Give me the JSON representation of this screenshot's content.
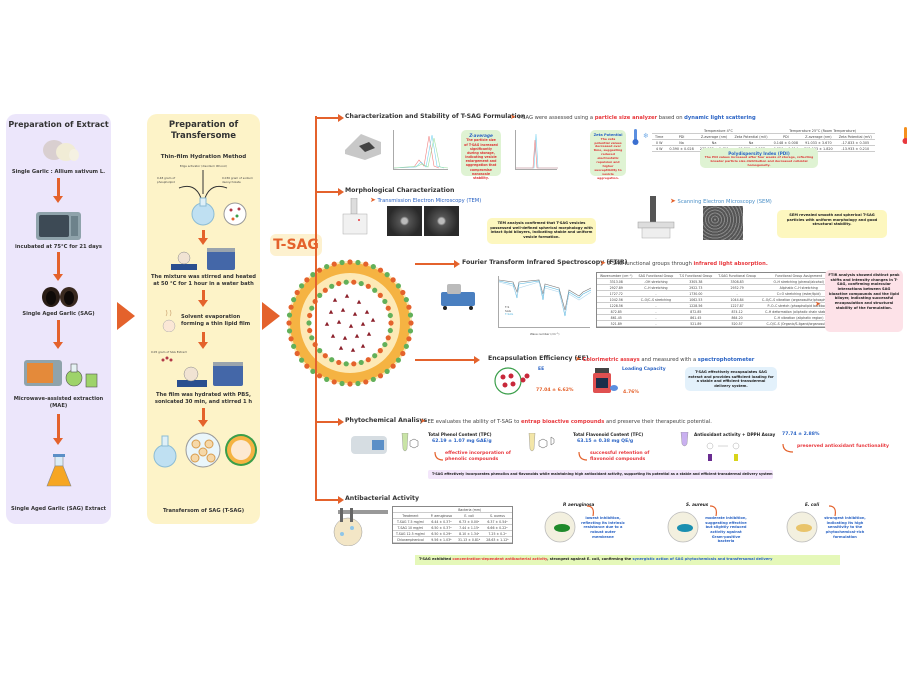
{
  "extract_panel": {
    "title": "Preparation of Extract",
    "steps": [
      {
        "icon": "garlic-icon",
        "label": "Single Garlic : Allium sativum L."
      },
      {
        "icon": "incubator-icon",
        "label": "incubated at 75°C for 21 days"
      },
      {
        "icon": "black-garlic-icon",
        "label": "Single Aged Garlic (SAG)"
      },
      {
        "icon": "microwave-extraction-icon",
        "label": "Microwave-assisted extraction (MAE)"
      },
      {
        "icon": "flask-icon",
        "label": "Single Aged Garlic (SAG) Extract"
      }
    ]
  },
  "transfersome_panel": {
    "title": "Preparation of Transfersome",
    "method": "Thin-film Hydration Method",
    "ingredient_top": "Edge activator (disodium lithocol)",
    "ingredient_left": "0.48 gram of phospholipid",
    "ingredient_right": "0.036 gram of sodium deoxycholate",
    "steps": [
      "The mixture was stirred and heated at 50 °C for 1 hour in a water bath",
      "Solvent evaporation forming a thin lipid film",
      "The film was hydrated with PBS, sonicated 30 min, and stirred 1 h",
      "Transfersom of SAG (T-SAG)"
    ],
    "sag_extract_note": "0.05 gram of SAG Extract"
  },
  "center": {
    "label": "T-SAG"
  },
  "characterization": {
    "title": "Characterization and Stability of T-SAG Formulation",
    "desc_prefix": "T-SAG were assessed using a ",
    "desc_red": "particle size analyzer",
    "desc_mid": " based on ",
    "desc_blue": "dynamic light scattering",
    "zavg_box": {
      "title": "Z-average",
      "text": "The particle size of T-SAG increased significantly during storage, indicating vesicle enlargement and aggregation that compromise nanoscale stability."
    },
    "zeta_box": {
      "title": "Zeta Potential",
      "text": "The zeta potential values decreased over time, suggesting reduced electrostatic repulsion and higher susceptibility to vesicle aggregation."
    },
    "pdi_box": {
      "title": "Polydispersity Index (PDI)",
      "text": "The PDI values increased after four weeks of storage, reflecting broader particle size distribution and decreased colloidal homogeneity."
    },
    "stability_table": {
      "group_headers": [
        "Temperature 4°C",
        "Temperature 25°C (Room Temperature)"
      ],
      "columns": [
        "Time",
        "PDI",
        "Z-average (nm)",
        "Zeta Potential (mV)",
        "PDI",
        "Z-average (nm)",
        "Zeta Potential (mV)"
      ],
      "rows": [
        [
          "0 W",
          "Na",
          "Na",
          "Na",
          "0.148 ± 0.008",
          "91.033 ± 3.670",
          "-17.833 ± 0.305"
        ],
        [
          "4 W",
          "0.390 ± 0.028",
          "277.033 ± 6.420",
          "-15.300 ± 0.387",
          "0.326 ± 0.014",
          "313.033 ± 1.820",
          "-13.933 ± 0.210"
        ]
      ]
    }
  },
  "morphology": {
    "title": "Morphological Characterization",
    "tem_label": "Transmission Electron Microscopy (TEM)",
    "tem_box": "TEM analysis confirmed that T-SAG vesicles possessed well-defined spherical morphology with intact lipid bilayers, indicating stable and uniform vesicle formation.",
    "sem_label": "Scanning Electron Microscopy (SEM)",
    "sem_box": "SEM revealed smooth and spherical T-SAG particles with uniform morphology and good structural stability."
  },
  "ftir": {
    "title": "Fourier Transform Infrared Spectroscopy (FTIR)",
    "desc_prefix": "T-SAG functional groups through ",
    "desc_red": "infrared light absorption.",
    "legend": [
      "T-S",
      "SAG",
      "T-SAG"
    ],
    "xlabel": "Wave number (cm⁻¹)",
    "table": {
      "columns": [
        "Wavenumber (cm⁻¹)",
        "SAG Functional Group",
        "T-S Functional Group",
        "T-SAG Functional Group",
        "Functional Group Assignment"
      ],
      "rows": [
        [
          "3313.08",
          "-OH stretching",
          "3305.38",
          "3308.83",
          "O–H stretching (phenol/alcohol)"
        ],
        [
          "2927.89",
          "C–H stretching",
          "2922.73",
          "2932.79",
          "Aliphatic C–H stretching"
        ],
        [
          "1727.72",
          "-",
          "1730.00",
          "-",
          "C=O stretching (ester/lipid)"
        ],
        [
          "1042.56",
          "C–O/C–S stretching",
          "1062.53",
          "1044.84",
          "C–O/C–S vibration (organosulfur/phospholipid)"
        ],
        [
          "1228.56",
          "-",
          "1228.56",
          "1227.87",
          "P–O–C stretch (phospholipid backbone)"
        ],
        [
          "872.85",
          "-",
          "872.85",
          "874.12",
          "C–H deformation (aliphatic chain stability)"
        ],
        [
          "861.45",
          "-",
          "861.45",
          "864.20",
          "C–H vibration (aliphatic region)"
        ],
        [
          "521.89",
          "-",
          "521.89",
          "520.57",
          "C–O/C–S (Organic/S-ligand/organosulfur)"
        ]
      ]
    },
    "box": "FTIR analysis showed distinct peak shifts and intensity changes in T-SAG, confirming molecular interactions between SAG bioactive compounds and the lipid bilayer, indicating successful encapsulation and structural stability of the formulation."
  },
  "encapsulation": {
    "title": "Encapsulation Efficiency (EE)",
    "desc_red": "Colorimetric assays",
    "desc_mid": " and measured with a ",
    "desc_blue": "spectrophotometer",
    "ee_label": "EE",
    "ee_value": "77.04 ± 6.62%",
    "lc_label": "Loading Capacity",
    "lc_value": "4.76%",
    "box": "T-SAG effectively encapsulates SAG extract and provides sufficient loading for a stable and efficient transdermal delivery system."
  },
  "phytochemical": {
    "title": "Phytochemical Analisys",
    "desc_prefix": "EE evaluates the ability of T-SAG to ",
    "desc_red": "entrap bioactive compounds",
    "desc_suffix": " and preserve their therapeutic potential.",
    "tpc": {
      "label": "Total Phenol Content (TPC)",
      "value": "62.19 ± 1.07 mg GAE/g",
      "note": "effective incorporation of phenolic compounds"
    },
    "tfc": {
      "label": "Total Flavonoid Content (TFC)",
      "value": "63.15 ± 0.38 mg QE/g",
      "note": "successful retention of flavonoid compounds"
    },
    "dpph": {
      "label": "Antioxidant activity + DPPH Assay",
      "value": "77.74 ± 2.88%",
      "note": "preserved antioxidant functionality"
    },
    "summary": "T-SAG effectively incorporates phenolics and flavonoids while maintaining high antioxidant activity, supporting its potential as a stable and efficient transdermal delivery system"
  },
  "antibacterial": {
    "title": "Antibacterial Activity",
    "table": {
      "group_header": "Bacteria (mm)",
      "columns": [
        "Treatment",
        "P. aeruginosa",
        "E. coli",
        "S. aureus"
      ],
      "rows": [
        [
          "T-SAG 7.5 mg/ml",
          "6.44 ± 0.37ᵃ",
          "6.73 ± 0.00ᵃ",
          "6.37 ± 0.54ᵃ"
        ],
        [
          "T-SAG 10 mg/ml",
          "6.50 ± 0.37ᵃ",
          "7.44 ± 1.15ᵃ",
          "6.66 ± 0.22ᵃ"
        ],
        [
          "T-SAG 12.5 mg/ml",
          "6.50 ± 0.29ᵃ",
          "8.10 ± 1.34ᵃ",
          "7.25 ± 0.2ᵃ"
        ],
        [
          "Chloramphenicol",
          "9.56 ± 1.03ᵇ",
          "31.13 ± 0.81ᵇ",
          "28.63 ± 1.12ᵇ"
        ]
      ]
    },
    "bacteria": [
      {
        "name": "P. aeruginosa",
        "text": "lowest inhibition, reflecting its intrinsic resistance due to a robust outer membrane",
        "color": "#1f8a2a"
      },
      {
        "name": "S. aureus",
        "text": "moderate inhibition, suggesting effective but slightly reduced activity against Gram-positive bacteria",
        "color": "#1a8fb0"
      },
      {
        "name": "E. coli",
        "text": "strongest inhibition, indicating its high sensitivity to the phytochemical-rich formulation",
        "color": "#e9c46a"
      }
    ],
    "summary": {
      "prefix": "T-SAG exhibited ",
      "red": "concentration-dependent antibacterial activity",
      "mid": ", strongest against E. coli, confirming the ",
      "blue": "synergistic action of SAG phytochemicals and transfersomal delivery"
    }
  },
  "colors": {
    "accent": "#e4622c",
    "red": "#e8383d",
    "blue": "#2a63c4",
    "extract_bg": "#ece6fb",
    "transfersome_bg": "#fdf3c8"
  }
}
